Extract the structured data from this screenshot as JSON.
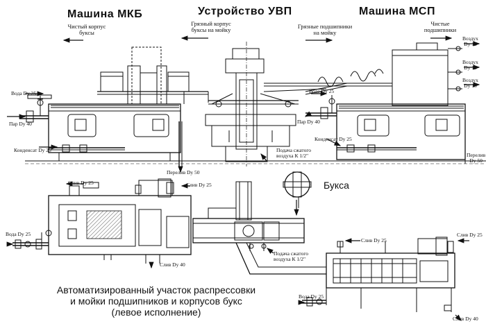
{
  "headings": {
    "mkb": "Машина МКБ",
    "uvp": "Устройство УВП",
    "msp": "Машина МСП"
  },
  "flows": {
    "clean_housing": "Чистый корпус\nбуксы",
    "dirty_housing": "Грязный корпус\nбуксы на мойку",
    "dirty_bearings": "Грязные подшипники\nна мойку",
    "clean_bearings": "Чистые\nподшипники"
  },
  "callouts": {
    "water_left": "Вода Dy 25",
    "steam_left": "Пар Dy 40",
    "condensate_left": "Конденсат Dy 25",
    "overflow_left": "Перелив Dy 50",
    "compressed_air_top": "Подача сжатого\nвоздуха К 1/2\"",
    "water_right": "Вода Dy 25",
    "steam_right": "Пар Dy 40",
    "condensate_right": "Конденсат Dy 25",
    "air_1": "Воздух\nDy 15",
    "air_2": "Воздух\nDy 15",
    "air_3": "Воздух\nDy 15",
    "overflow_right": "Перелив\nDy 50",
    "drain_left_1": "Слив Dy 25",
    "drain_left_2": "Слив Dy 25",
    "water_plan_left": "Вода Dy 25",
    "drain_left_40": "Слив Dy 40",
    "compressed_air_plan": "Подача сжатого\nвоздуха К 1/2\"",
    "drain_right_1": "Слив Dy 25",
    "drain_right_2": "Слив Dy 25",
    "water_plan_right": "Вода Dy 25",
    "drain_right_40": "Слив Dy 40"
  },
  "buksa_label": "Букса",
  "caption": {
    "line1": "Автоматизированный участок распрессовки",
    "line2": "и мойки подшипников и корпусов букс",
    "line3": "(левое исполнение)"
  }
}
